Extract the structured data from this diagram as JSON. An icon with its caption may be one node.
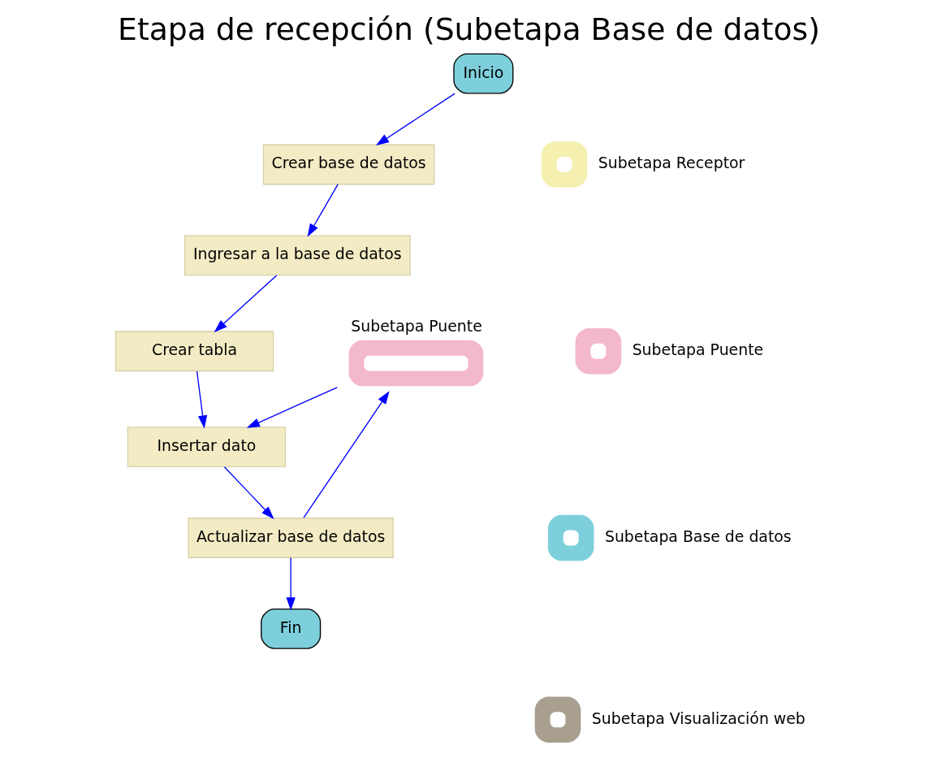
{
  "diagram": {
    "title": "Etapa de recepción (Subetapa Base de datos)",
    "nodes": [
      {
        "text": [
          "Inicio"
        ]
      },
      {
        "text": [
          "Crear base de datos"
        ]
      },
      {
        "text": [
          "Ingresar a la base de datos"
        ]
      },
      {
        "text": [
          "Crear tabla"
        ]
      },
      {
        "text": [
          "Insertar dato"
        ]
      },
      {
        "text": [
          "Actualizar base de datos"
        ]
      },
      {
        "text": [
          "Fin"
        ]
      },
      {
        "text": [
          "Subetapa Puente"
        ]
      }
    ],
    "edges": [
      {
        "from": 0,
        "to": 1,
        "arrow": "to"
      },
      {
        "from": 1,
        "to": 2,
        "arrow": "to"
      },
      {
        "from": 2,
        "to": 3,
        "arrow": "to"
      },
      {
        "from": 3,
        "to": 4,
        "arrow": "to"
      },
      {
        "from": 7,
        "to": 4,
        "arrow": "to"
      },
      {
        "from": 4,
        "to": 5,
        "arrow": "to"
      },
      {
        "from": 5,
        "to": 6,
        "arrow": "to"
      },
      {
        "from": 5,
        "to": 7,
        "arrow": "to"
      }
    ],
    "legend": [
      {
        "text": "Subetapa Receptor",
        "color": "#f5f0b0"
      },
      {
        "text": "Subetapa Puente",
        "color": "#f4b8cc"
      },
      {
        "text": "Subetapa Base de datos",
        "color": "#7ecfdc"
      },
      {
        "text": "Subetapa Visualización web",
        "color": "#a89f8f"
      }
    ]
  }
}
